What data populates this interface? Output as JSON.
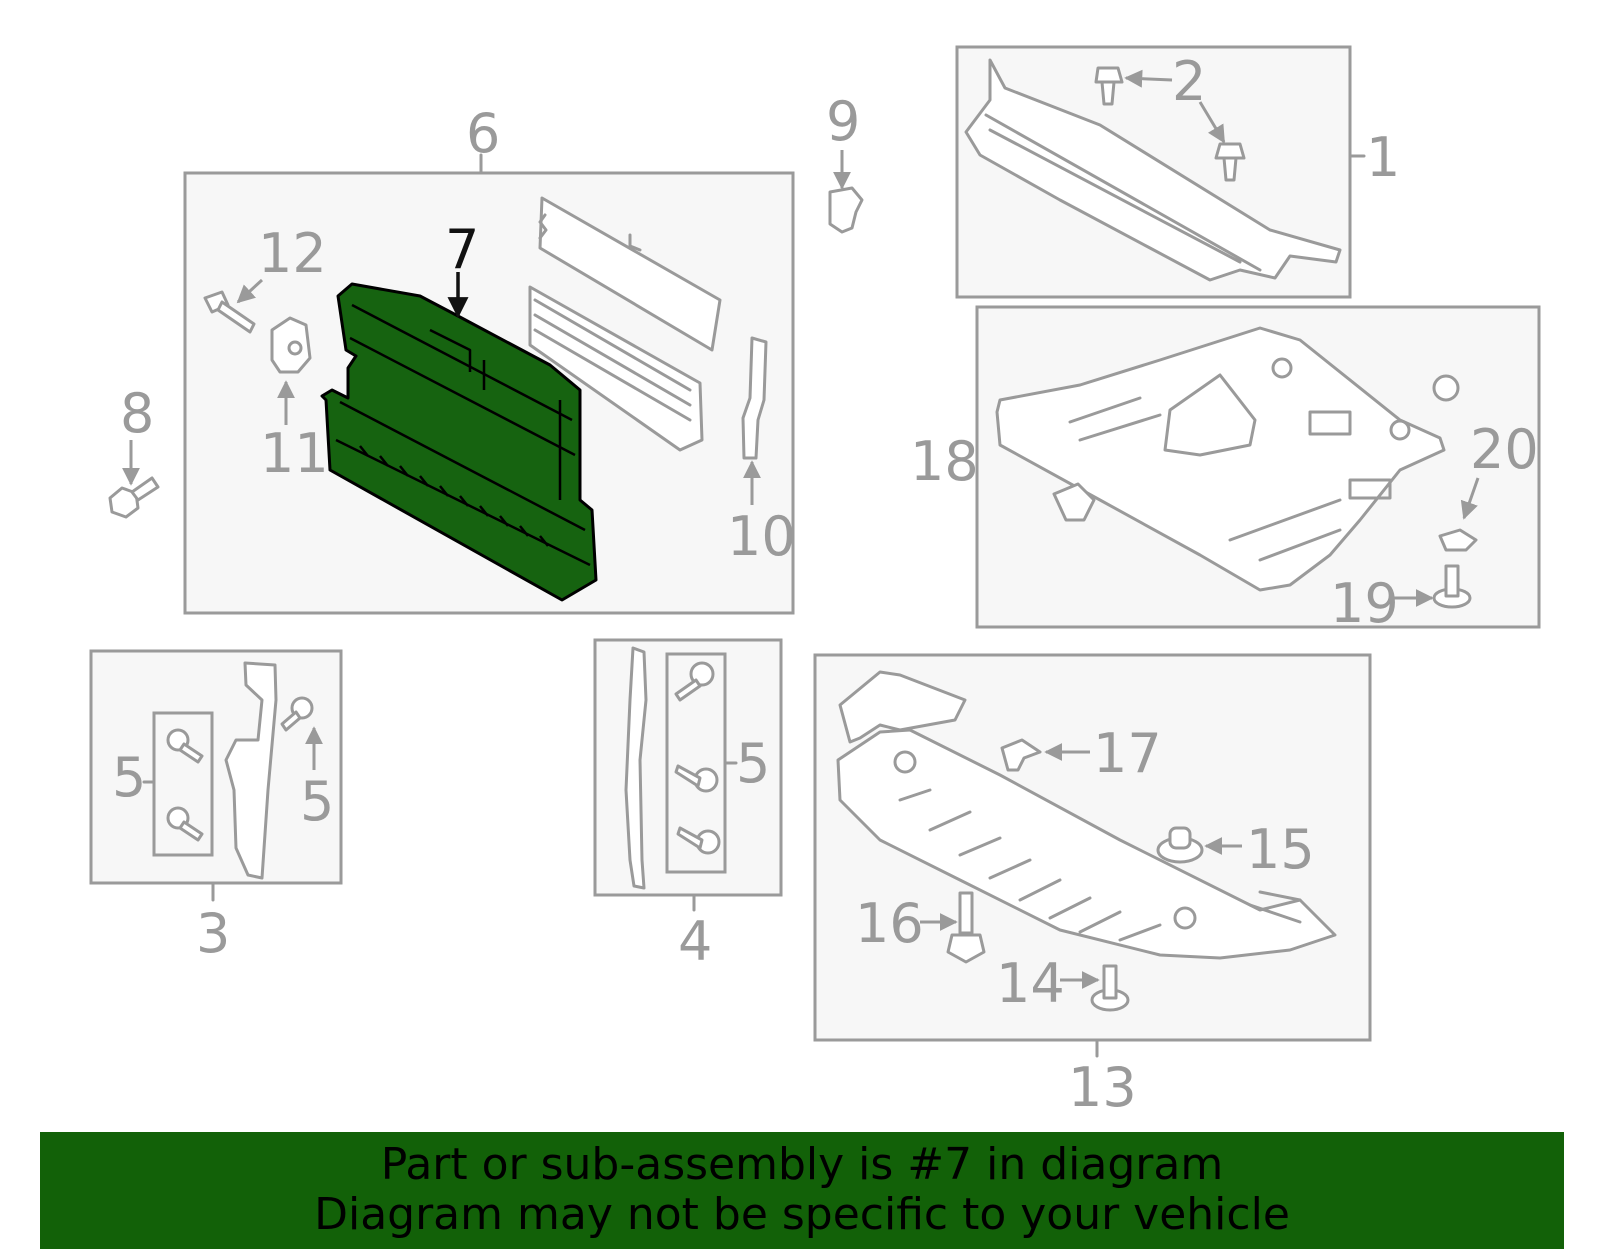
{
  "labels": {
    "p1": "1",
    "p2": "2",
    "p3": "3",
    "p4": "4",
    "p5a": "5",
    "p5b": "5",
    "p5c": "5",
    "p6": "6",
    "p7": "7",
    "p8": "8",
    "p9": "9",
    "p10": "10",
    "p11": "11",
    "p12": "12",
    "p13": "13",
    "p14": "14",
    "p15": "15",
    "p16": "16",
    "p17": "17",
    "p18": "18",
    "p19": "19",
    "p20": "20"
  },
  "banner": {
    "line1": "Part or sub-assembly is #7 in diagram",
    "line2": "Diagram may not be specific to your vehicle"
  },
  "colors": {
    "highlight": "#166310",
    "banner": "#126108",
    "line": "#9a9a9a"
  }
}
